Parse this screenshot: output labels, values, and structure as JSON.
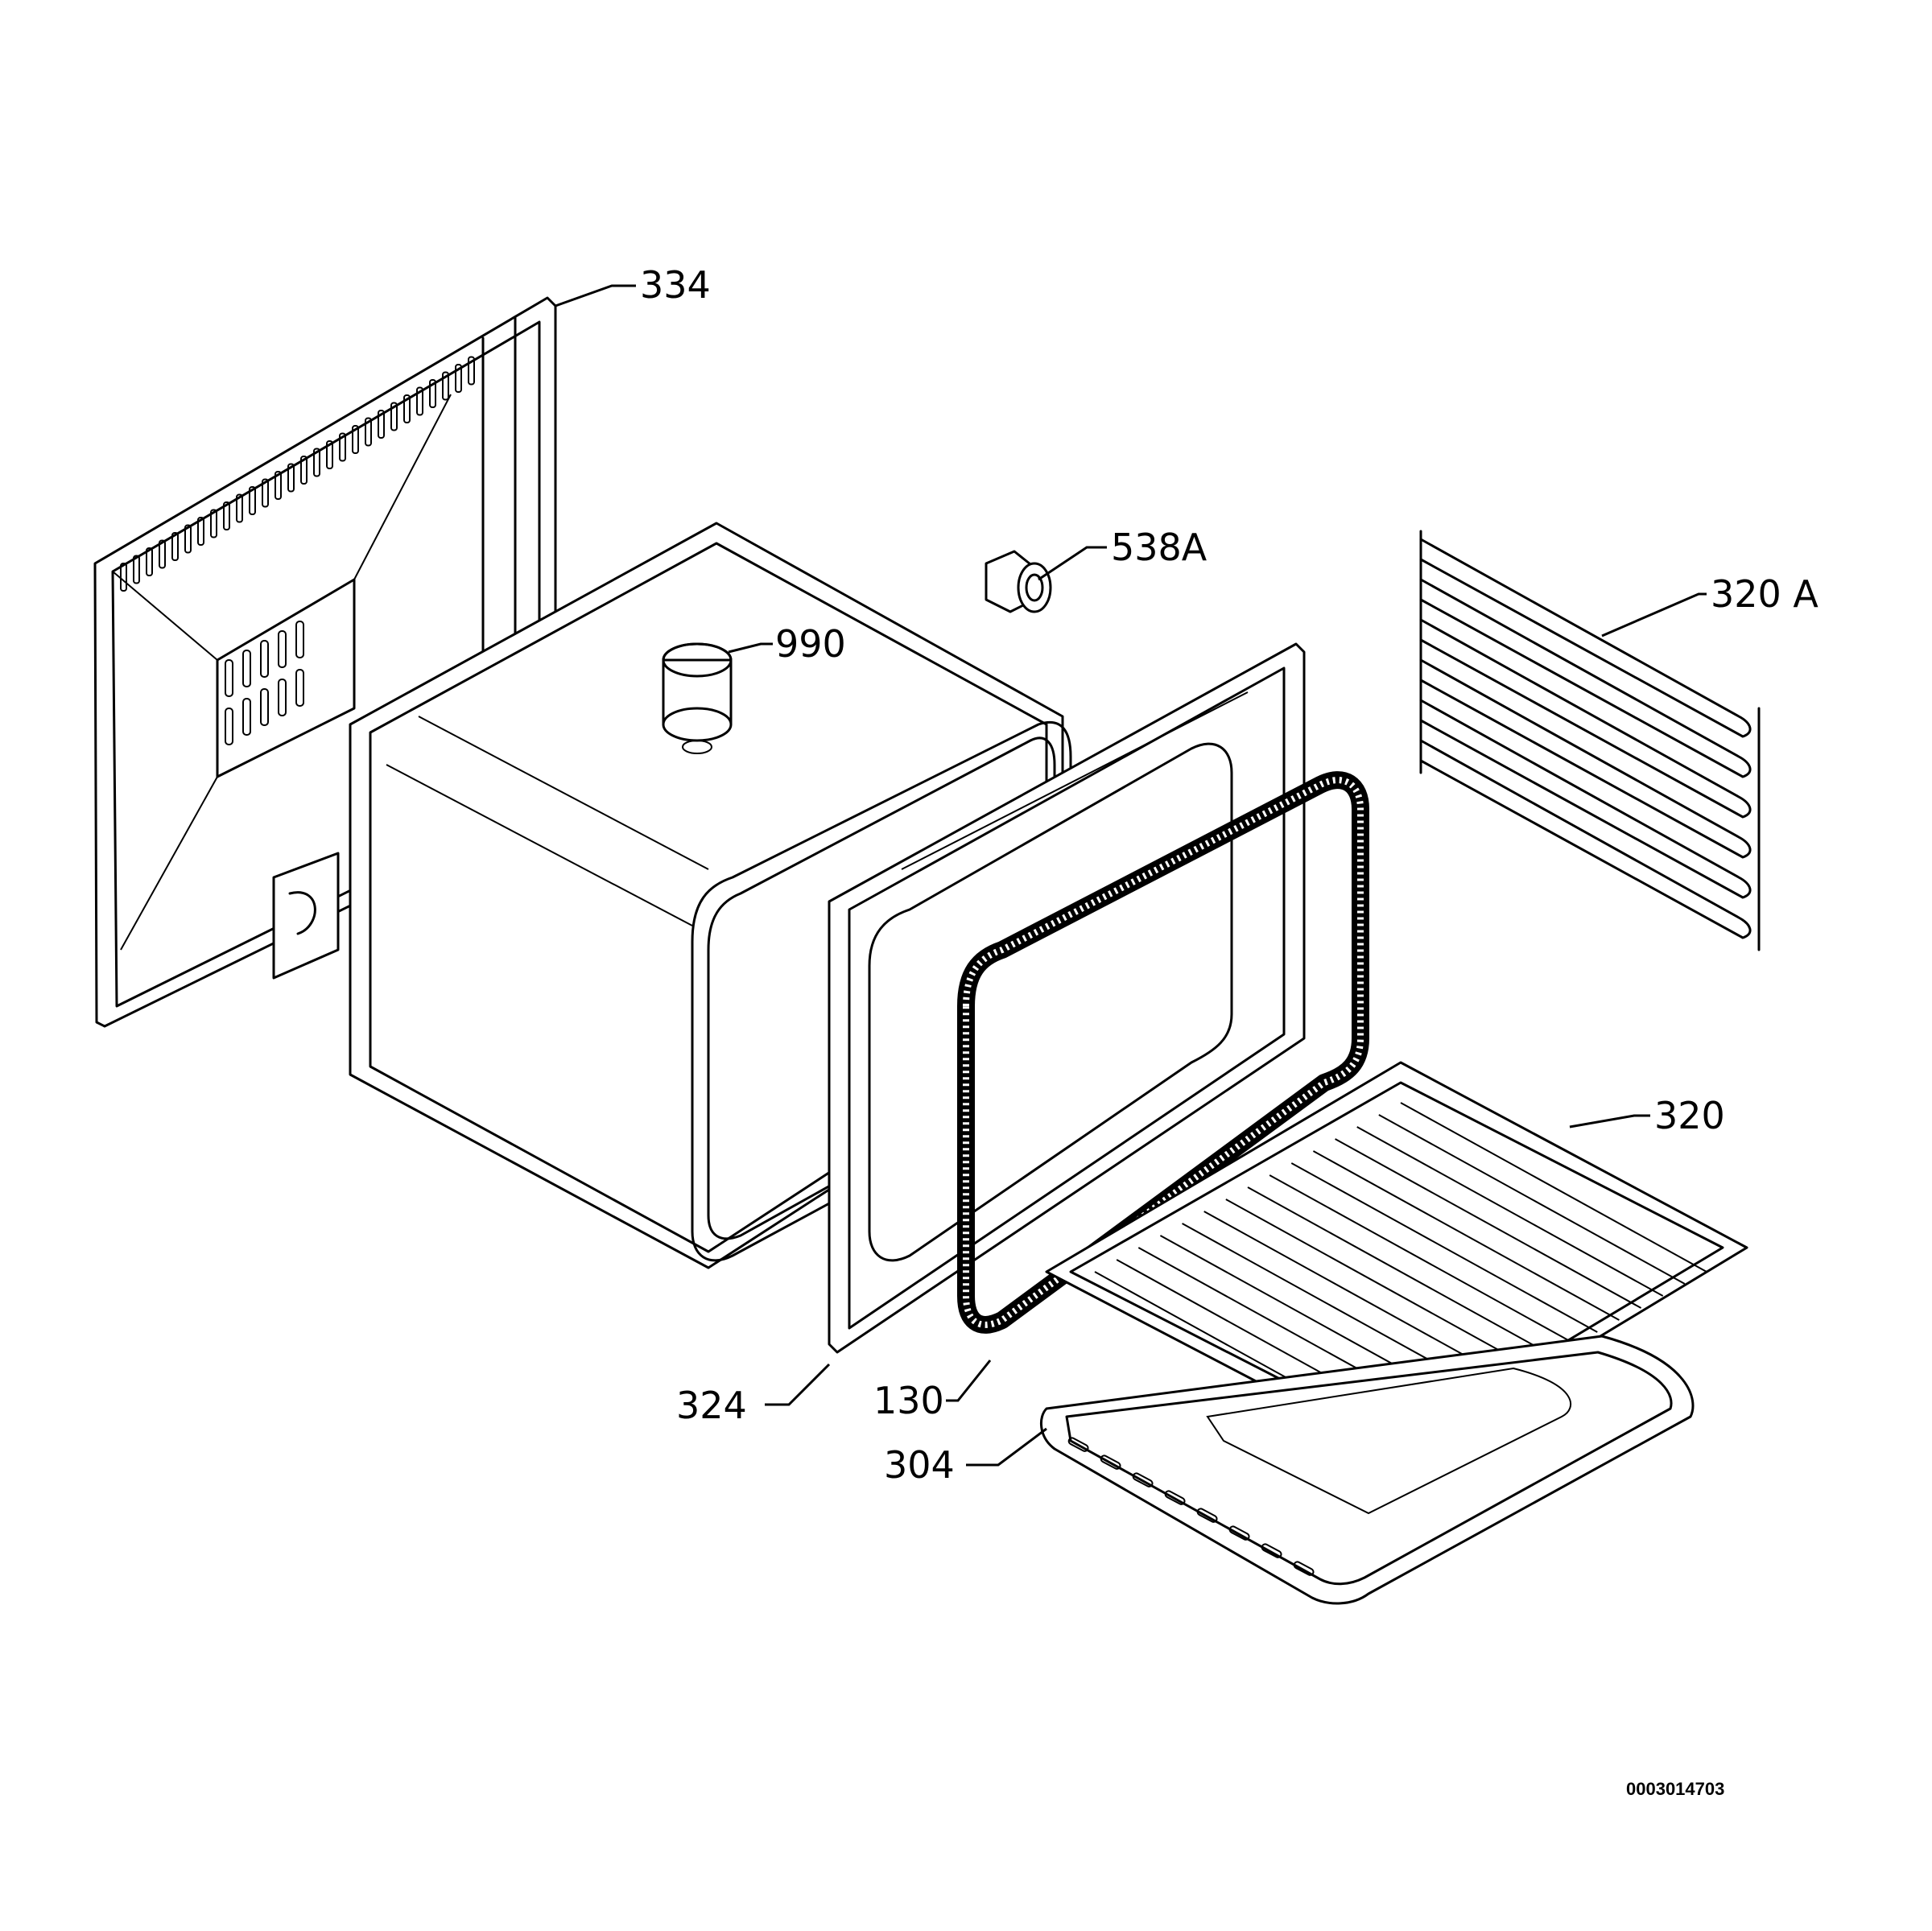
{
  "callouts": {
    "c334": "334",
    "c538a": "538A",
    "c990": "990",
    "c320a": "320 A",
    "c320": "320",
    "c324": "324",
    "c130": "130",
    "c304": "304"
  },
  "drawing_code": "0003014703"
}
